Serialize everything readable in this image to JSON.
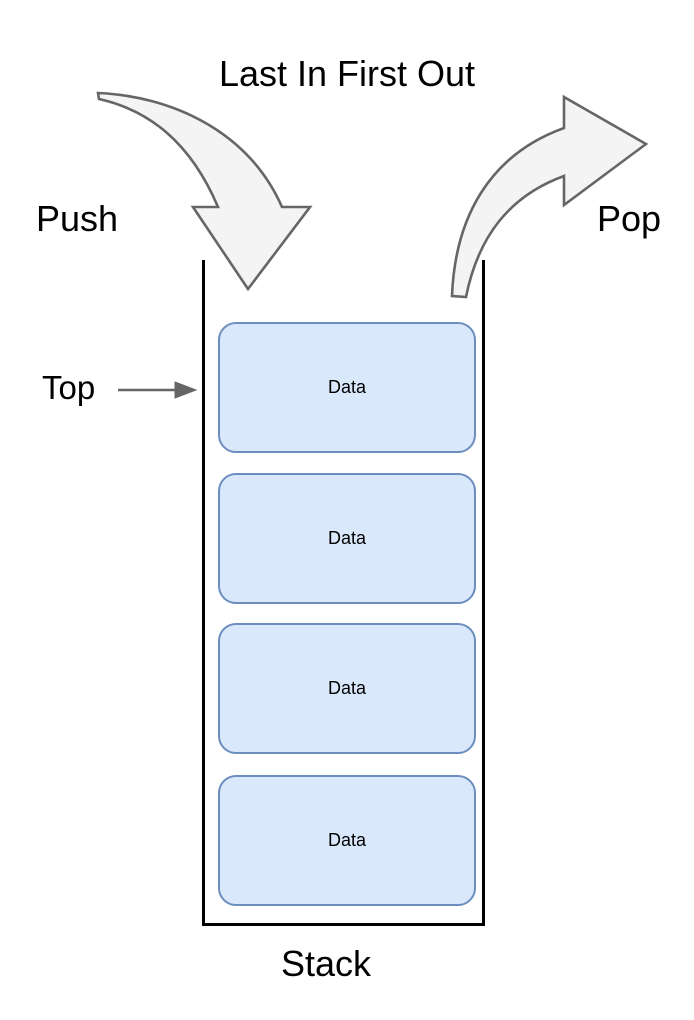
{
  "diagram": {
    "title": "Last In First Out",
    "subject": "stack-data-structure"
  },
  "labels": {
    "title": "Last In First Out",
    "push": "Push",
    "pop": "Pop",
    "top": "Top",
    "stack": "Stack"
  },
  "stack": {
    "container_label": "Stack",
    "cells": [
      {
        "text": "Data"
      },
      {
        "text": "Data"
      },
      {
        "text": "Data"
      },
      {
        "text": "Data"
      }
    ]
  },
  "arrows": {
    "push": {
      "name": "push-arrow",
      "direction": "down",
      "description": "curved arrow entering top of stack"
    },
    "pop": {
      "name": "pop-arrow",
      "direction": "right",
      "description": "curved arrow leaving top of stack"
    },
    "top": {
      "name": "top-pointer-arrow",
      "direction": "right",
      "description": "small arrow pointing at topmost data cell"
    }
  },
  "colors": {
    "cell_fill": "#dae8fc",
    "cell_stroke": "#6c8ebf",
    "arrow_fill": "#f4f4f4",
    "arrow_stroke": "#666666",
    "container_stroke": "#000000",
    "text": "#000000",
    "background": "#ffffff"
  }
}
